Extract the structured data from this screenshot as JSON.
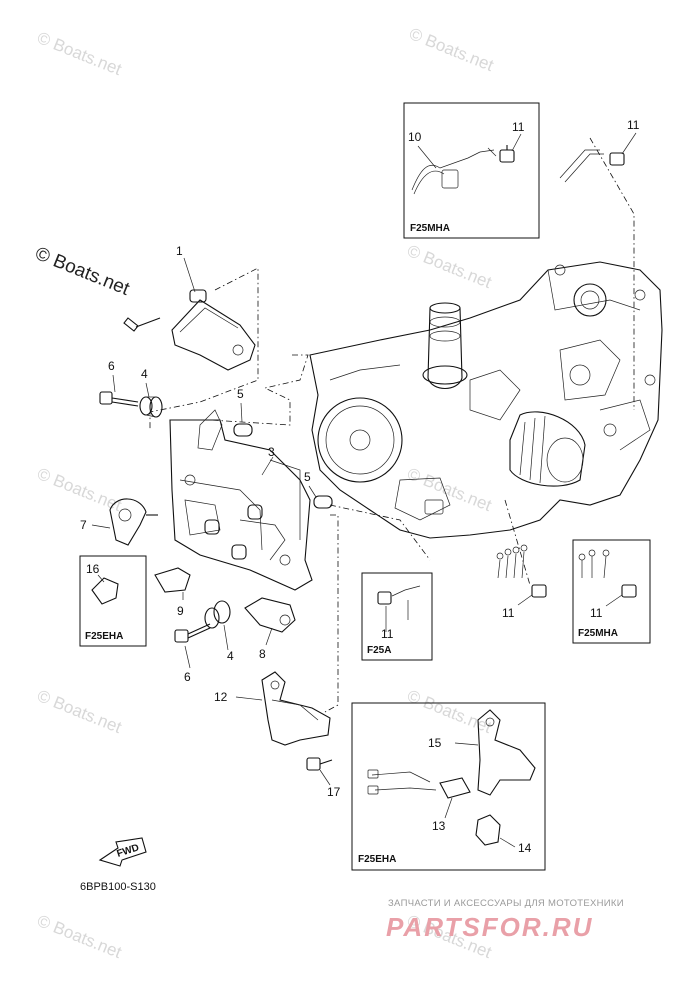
{
  "watermark": "© Boats.net",
  "watermark_main": "© Boats.net",
  "diagram_code": "6BPB100-S130",
  "fwd_label": "FWD",
  "footer": {
    "tagline": "ЗАПЧАСТИ И АКСЕССУАРЫ ДЛЯ МОТОТЕХНИКИ",
    "brand": "PARTSFOR.RU"
  },
  "insets": {
    "top_mha": "F25MHA",
    "left_eha": "F25EHA",
    "mid_a": "F25A",
    "right_mha": "F25MHA",
    "bottom_eha": "F25EHA"
  },
  "callouts": {
    "c1": "1",
    "c3": "3",
    "c4a": "4",
    "c4b": "4",
    "c5a": "5",
    "c5b": "5",
    "c6a": "6",
    "c6b": "6",
    "c7": "7",
    "c8": "8",
    "c9": "9",
    "c10": "10",
    "c11a": "11",
    "c11b": "11",
    "c11c": "11",
    "c11d": "11",
    "c11e": "11",
    "c12": "12",
    "c13": "13",
    "c14": "14",
    "c15": "15",
    "c16": "16",
    "c17": "17"
  }
}
